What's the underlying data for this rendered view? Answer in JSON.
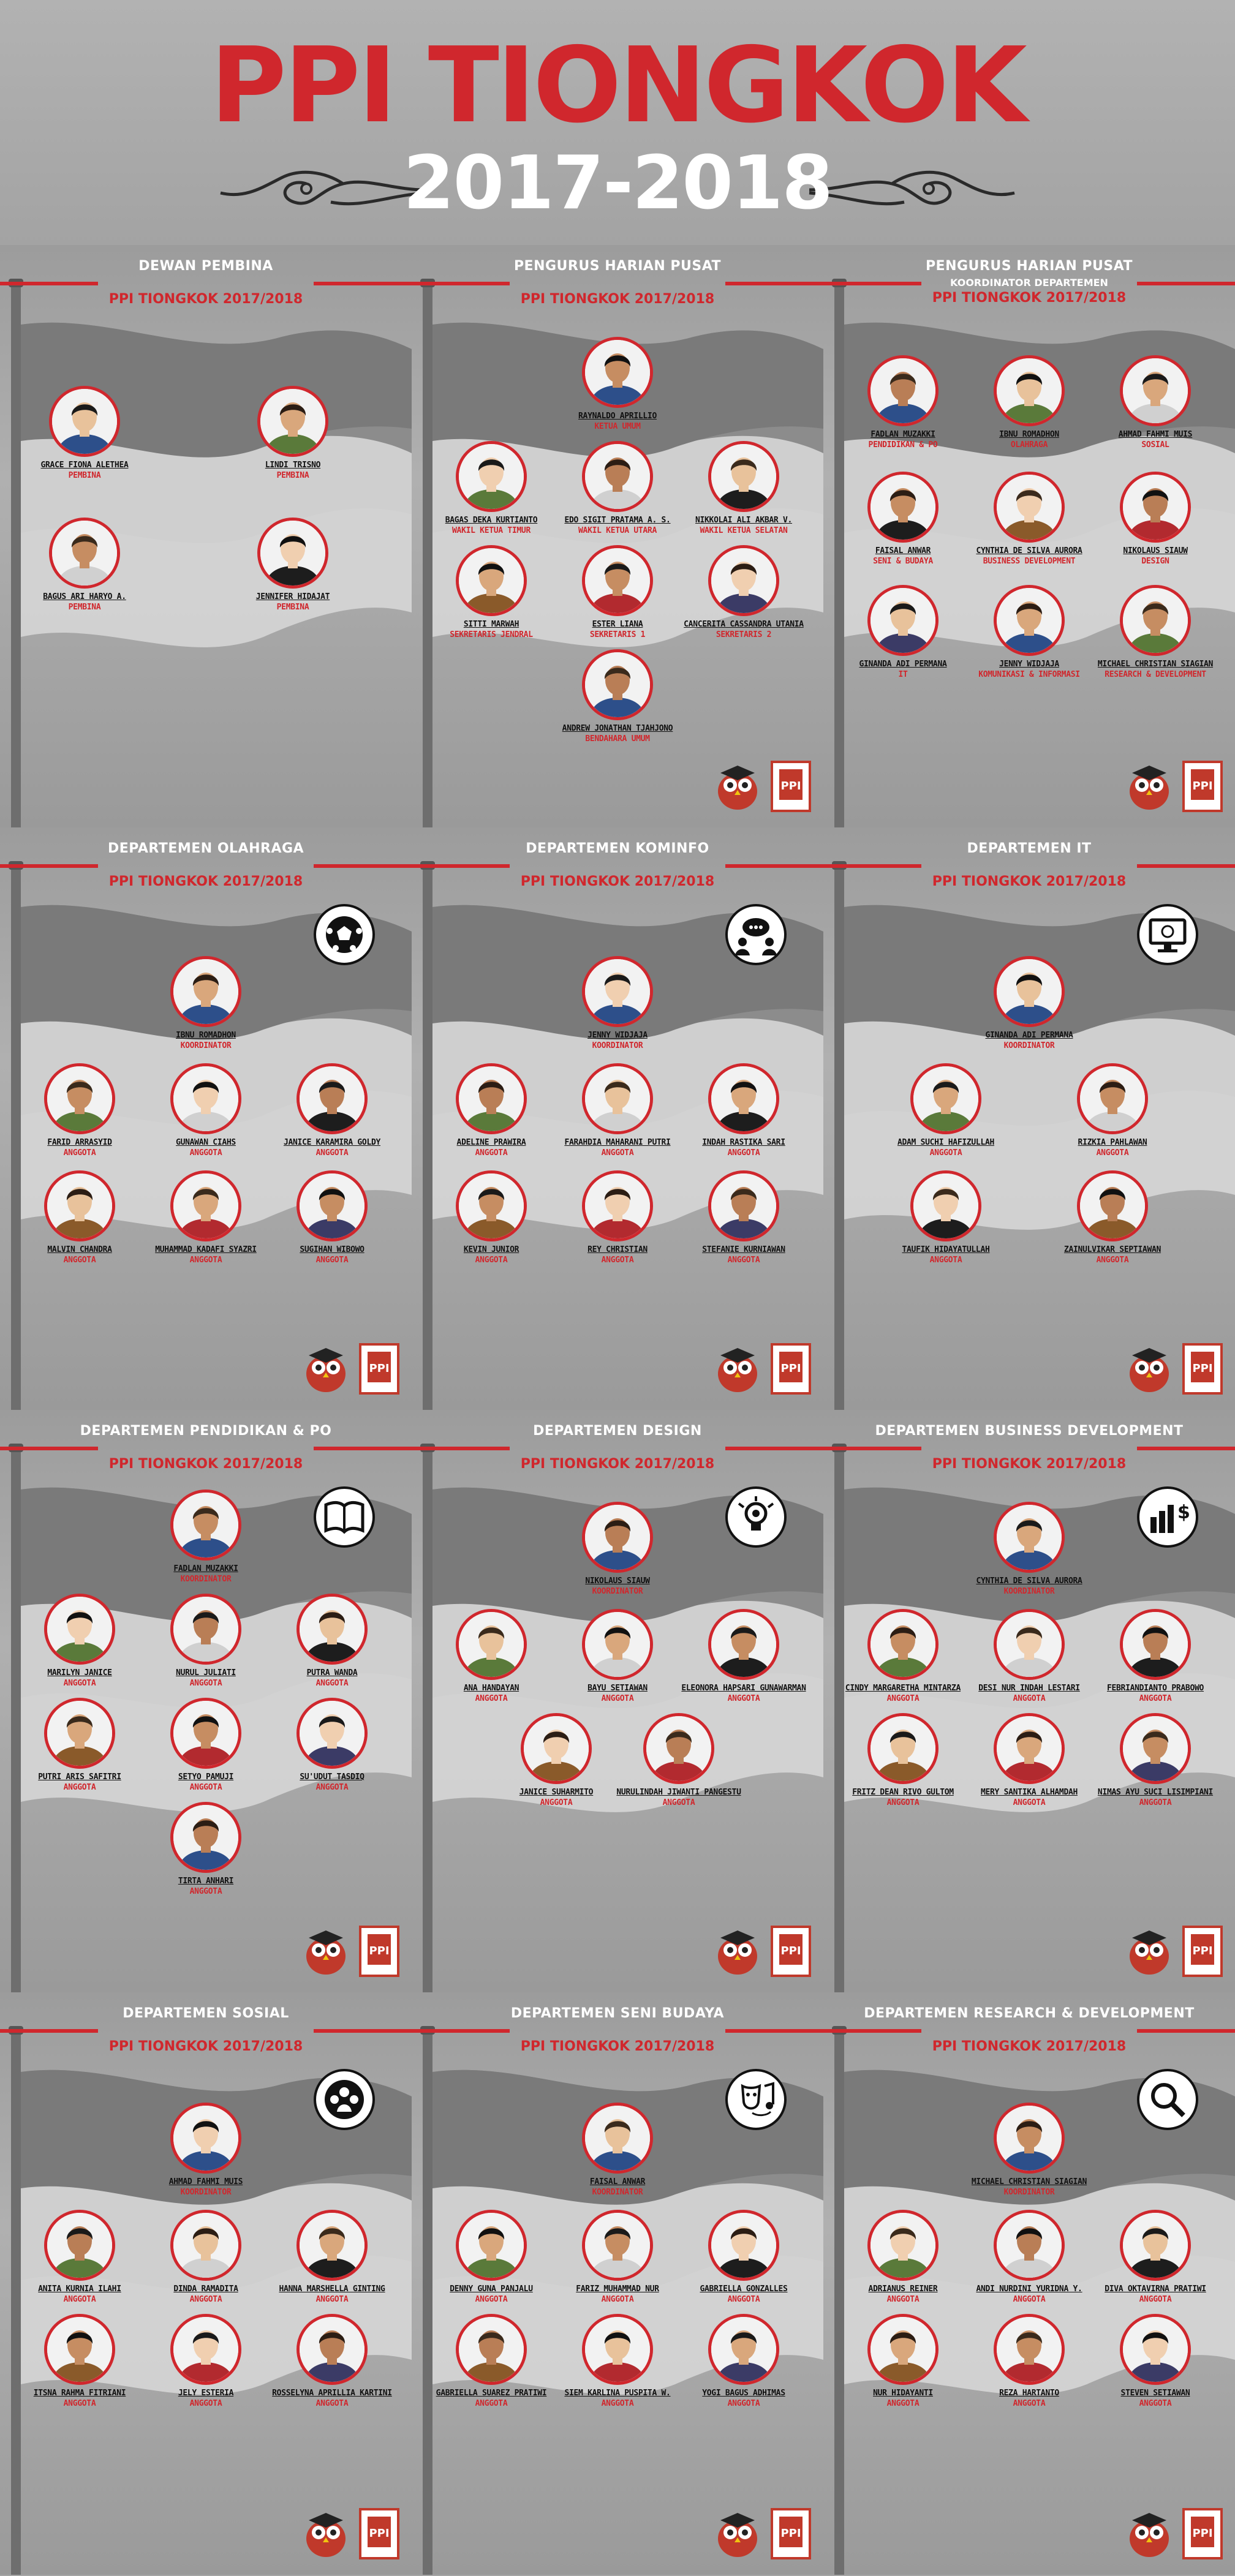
{
  "header": {
    "title": "PPI TIONGKOK",
    "period": "2017-2018"
  },
  "colors": {
    "accent": "#d0272d",
    "background": "#a6a6a6",
    "text": "#111111"
  },
  "panels": [
    {
      "title": "DEWAN PEMBINA",
      "subtitle": "PPI TIONGKOK 2017/2018",
      "icon": "",
      "members": [
        {
          "name": "GRACE FIONA ALETHEA",
          "role": "PEMBINA"
        },
        {
          "name": "LINDI TRISNO",
          "role": "PEMBINA"
        },
        {
          "name": "BAGUS ARI HARYO A.",
          "role": "PEMBINA"
        },
        {
          "name": "JENNIFER HIDAJAT",
          "role": "PEMBINA"
        }
      ]
    },
    {
      "title": "PENGURUS HARIAN PUSAT",
      "subtitle": "PPI TIONGKOK 2017/2018",
      "icon": "",
      "members": [
        {
          "name": "RAYNALDO APRILLIO",
          "role": "KETUA UMUM"
        },
        {
          "name": "BAGAS DEKA KURTIANTO",
          "role": "WAKIL KETUA TIMUR"
        },
        {
          "name": "EDO SIGIT PRATAMA A. S.",
          "role": "WAKIL KETUA UTARA"
        },
        {
          "name": "NIKKOLAI ALI AKBAR V.",
          "role": "WAKIL KETUA SELATAN"
        },
        {
          "name": "SITTI MARWAH",
          "role": "SEKRETARIS JENDRAL"
        },
        {
          "name": "ESTER LIANA",
          "role": "SEKRETARIS 1"
        },
        {
          "name": "CANCERITA CASSANDRA UTANIA",
          "role": "SEKRETARIS 2"
        },
        {
          "name": "ANDREW JONATHAN TJAHJONO",
          "role": "BENDAHARA UMUM"
        }
      ]
    },
    {
      "title": "PENGURUS HARIAN PUSAT",
      "subtitle2": "KOORDINATOR DEPARTEMEN",
      "subtitle": "PPI TIONGKOK 2017/2018",
      "icon": "",
      "members": [
        {
          "name": "FADLAN MUZAKKI",
          "role": "PENDIDIKAN & PO"
        },
        {
          "name": "IBNU ROMADHON",
          "role": "OLAHRAGA"
        },
        {
          "name": "AHMAD FAHMI MUIS",
          "role": "SOSIAL"
        },
        {
          "name": "FAISAL ANWAR",
          "role": "SENI & BUDAYA"
        },
        {
          "name": "CYNTHIA DE SILVA AURORA",
          "role": "BUSINESS DEVELOPMENT"
        },
        {
          "name": "NIKOLAUS SIAUW",
          "role": "DESIGN"
        },
        {
          "name": "GINANDA ADI PERMANA",
          "role": "IT"
        },
        {
          "name": "JENNY WIDJAJA",
          "role": "KOMUNIKASI & INFORMASI"
        },
        {
          "name": "MICHAEL CHRISTIAN SIAGIAN",
          "role": "RESEARCH & DEVELOPMENT"
        }
      ]
    },
    {
      "title": "DEPARTEMEN OLAHRAGA",
      "subtitle": "PPI TIONGKOK 2017/2018",
      "icon": "soccer-ball-icon",
      "members": [
        {
          "name": "IBNU ROMADHON",
          "role": "KOORDINATOR"
        },
        {
          "name": "FARID ARRASYID",
          "role": "ANGGOTA"
        },
        {
          "name": "GUNAWAN CIAHS",
          "role": "ANGGOTA"
        },
        {
          "name": "JANICE KARAMIRA GOLDY",
          "role": "ANGGOTA"
        },
        {
          "name": "MALVIN CHANDRA",
          "role": "ANGGOTA"
        },
        {
          "name": "MUHAMMAD KADAFI SYAZRI",
          "role": "ANGGOTA"
        },
        {
          "name": "SUGIHAN WIBOWO",
          "role": "ANGGOTA"
        }
      ]
    },
    {
      "title": "DEPARTEMEN KOMINFO",
      "subtitle": "PPI TIONGKOK 2017/2018",
      "icon": "chat-people-icon",
      "members": [
        {
          "name": "JENNY WIDJAJA",
          "role": "KOORDINATOR"
        },
        {
          "name": "ADELINE PRAWIRA",
          "role": "ANGGOTA"
        },
        {
          "name": "FARAHDIA MAHARANI PUTRI",
          "role": "ANGGOTA"
        },
        {
          "name": "INDAH RASTIKA SARI",
          "role": "ANGGOTA"
        },
        {
          "name": "KEVIN JUNIOR",
          "role": "ANGGOTA"
        },
        {
          "name": "REY CHRISTIAN",
          "role": "ANGGOTA"
        },
        {
          "name": "STEFANIE KURNIAWAN",
          "role": "ANGGOTA"
        }
      ]
    },
    {
      "title": "DEPARTEMEN IT",
      "subtitle": "PPI TIONGKOK 2017/2018",
      "icon": "monitor-icon",
      "members": [
        {
          "name": "GINANDA ADI PERMANA",
          "role": "KOORDINATOR"
        },
        {
          "name": "ADAM SUCHI HAFIZULLAH",
          "role": "ANGGOTA"
        },
        {
          "name": "RIZKIA PAHLAWAN",
          "role": "ANGGOTA"
        },
        {
          "name": "TAUFIK HIDAYATULLAH",
          "role": "ANGGOTA"
        },
        {
          "name": "ZAINULVIKAR SEPTIAWAN",
          "role": "ANGGOTA"
        }
      ]
    },
    {
      "title": "DEPARTEMEN PENDIDIKAN & PO",
      "subtitle": "PPI TIONGKOK 2017/2018",
      "icon": "book-icon",
      "members": [
        {
          "name": "FADLAN MUZAKKI",
          "role": "KOORDINATOR"
        },
        {
          "name": "MARILYN JANICE",
          "role": "ANGGOTA"
        },
        {
          "name": "NURUL JULIATI",
          "role": "ANGGOTA"
        },
        {
          "name": "PUTRA WANDA",
          "role": "ANGGOTA"
        },
        {
          "name": "PUTRI ARIS SAFITRI",
          "role": "ANGGOTA"
        },
        {
          "name": "SETYO PAMUJI",
          "role": "ANGGOTA"
        },
        {
          "name": "SU'UDUT TASDIQ",
          "role": "ANGGOTA"
        },
        {
          "name": "TIRTA ANHARI",
          "role": "ANGGOTA"
        }
      ]
    },
    {
      "title": "DEPARTEMEN DESIGN",
      "subtitle": "PPI TIONGKOK 2017/2018",
      "icon": "lightbulb-gear-icon",
      "members": [
        {
          "name": "NIKOLAUS SIAUW",
          "role": "KOORDINATOR"
        },
        {
          "name": "ANA HANDAYAN",
          "role": "ANGGOTA"
        },
        {
          "name": "BAYU SETIAWAN",
          "role": "ANGGOTA"
        },
        {
          "name": "ELEONORA HAPSARI GUNAWARMAN",
          "role": "ANGGOTA"
        },
        {
          "name": "JANICE SUHARMITO",
          "role": "ANGGOTA"
        },
        {
          "name": "NURULINDAH JIWANTI PANGESTU",
          "role": "ANGGOTA"
        }
      ]
    },
    {
      "title": "DEPARTEMEN BUSINESS DEVELOPMENT",
      "subtitle": "PPI TIONGKOK 2017/2018",
      "icon": "bar-chart-dollar-icon",
      "members": [
        {
          "name": "CYNTHIA DE SILVA AURORA",
          "role": "KOORDINATOR"
        },
        {
          "name": "CINDY MARGARETHA MINTARZA",
          "role": "ANGGOTA"
        },
        {
          "name": "DESI NUR INDAH LESTARI",
          "role": "ANGGOTA"
        },
        {
          "name": "FEBRIANDIANTO PRABOWO",
          "role": "ANGGOTA"
        },
        {
          "name": "FRITZ DEAN RIVO GULTOM",
          "role": "ANGGOTA"
        },
        {
          "name": "MERY SANTIKA ALHAMDAH",
          "role": "ANGGOTA"
        },
        {
          "name": "NIMAS AYU SUCI LISIMPIANI",
          "role": "ANGGOTA"
        }
      ]
    },
    {
      "title": "DEPARTEMEN SOSIAL",
      "subtitle": "PPI TIONGKOK 2017/2018",
      "icon": "people-group-icon",
      "members": [
        {
          "name": "AHMAD FAHMI MUIS",
          "role": "KOORDINATOR"
        },
        {
          "name": "ANITA KURNIA ILAHI",
          "role": "ANGGOTA"
        },
        {
          "name": "DINDA RAMADITA",
          "role": "ANGGOTA"
        },
        {
          "name": "HANNA MARSHELLA GINTING",
          "role": "ANGGOTA"
        },
        {
          "name": "ITSNA RAHMA FITRIANI",
          "role": "ANGGOTA"
        },
        {
          "name": "JELY ESTERIA",
          "role": "ANGGOTA"
        },
        {
          "name": "ROSSELYNA APRILLIA KARTINI",
          "role": "ANGGOTA"
        }
      ]
    },
    {
      "title": "DEPARTEMEN SENI BUDAYA",
      "subtitle": "PPI TIONGKOK 2017/2018",
      "icon": "mask-music-icon",
      "members": [
        {
          "name": "FAISAL ANWAR",
          "role": "KOORDINATOR"
        },
        {
          "name": "DENNY GUNA PANJALU",
          "role": "ANGGOTA"
        },
        {
          "name": "FARIZ MUHAMMAD NUR",
          "role": "ANGGOTA"
        },
        {
          "name": "GABRIELLA GONZALLES",
          "role": "ANGGOTA"
        },
        {
          "name": "GABRIELLA SUAREZ PRATIWI",
          "role": "ANGGOTA"
        },
        {
          "name": "SIEM KARLINA PUSPITA W.",
          "role": "ANGGOTA"
        },
        {
          "name": "YOGI BAGUS ADHIMAS",
          "role": "ANGGOTA"
        }
      ]
    },
    {
      "title": "DEPARTEMEN RESEARCH & DEVELOPMENT",
      "subtitle": "PPI TIONGKOK 2017/2018",
      "icon": "magnifier-icon",
      "members": [
        {
          "name": "MICHAEL CHRISTIAN SIAGIAN",
          "role": "KOORDINATOR"
        },
        {
          "name": "ADRIANUS REINER",
          "role": "ANGGOTA"
        },
        {
          "name": "ANDI NURDINI YURIDNA Y.",
          "role": "ANGGOTA"
        },
        {
          "name": "DIVA OKTAVIRNA PRATIWI",
          "role": "ANGGOTA"
        },
        {
          "name": "NUR HIDAYANTI",
          "role": "ANGGOTA"
        },
        {
          "name": "REZA HARTANTO",
          "role": "ANGGOTA"
        },
        {
          "name": "STEVEN SETIAWAN",
          "role": "ANGGOTA"
        }
      ]
    }
  ]
}
